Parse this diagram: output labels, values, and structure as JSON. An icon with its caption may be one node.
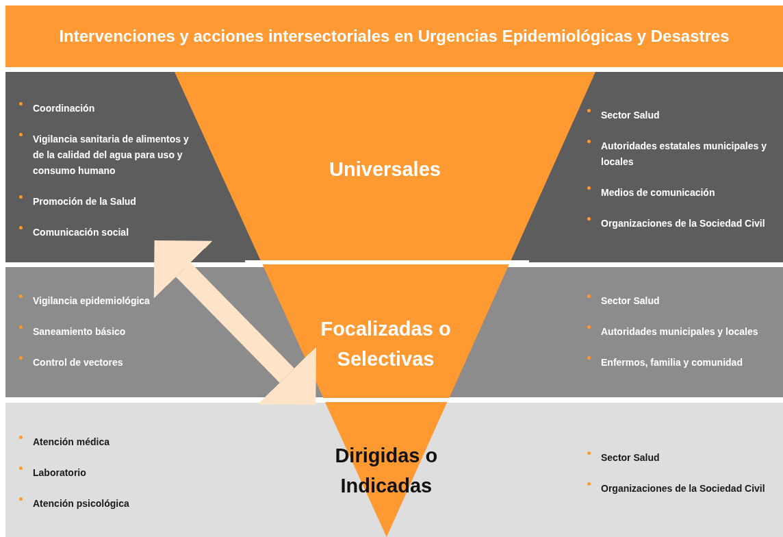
{
  "diagram": {
    "title": "Intervenciones y acciones intersectoriales en Urgencias Epidemiológicas y Desastres",
    "nodes": [
      {
        "text": [],
        "shape": "band"
      },
      {
        "text": [
          "Coordinación",
          "Vigilancia sanitaria de alimentos y de la calidad del agua para uso y consumo humano",
          "Promoción de la Salud",
          "Comunicación social"
        ],
        "in": 0
      },
      {
        "text": [
          "Universales"
        ],
        "in": 0
      },
      {
        "text": [
          "Sector Salud",
          "Autoridades estatales municipales y locales",
          "Medios de comunicación",
          "Organizaciones de la Sociedad Civil"
        ],
        "in": 0
      },
      {
        "text": [],
        "shape": "band"
      },
      {
        "text": [
          "Vigilancia epidemiológica",
          "Saneamiento básico",
          "Control de vectores"
        ],
        "in": 4
      },
      {
        "text": [
          "Focalizadas o Selectivas"
        ],
        "in": 4
      },
      {
        "text": [
          "Sector Salud",
          "Autoridades municipales y locales",
          "Enfermos, familia y comunidad"
        ],
        "in": 4
      },
      {
        "text": [],
        "shape": "band"
      },
      {
        "text": [
          "Atención médica",
          "Laboratorio",
          "Atención psicológica"
        ],
        "in": 8
      },
      {
        "text": [
          "Dirigidas o Indicadas"
        ],
        "in": 8
      },
      {
        "text": [
          "Sector Salud",
          "Organizaciones de la Sociedad Civil"
        ],
        "in": 8
      }
    ],
    "edges": [
      {
        "from": 1,
        "to": 10,
        "arrow": "both",
        "color": "#fde3c8"
      }
    ]
  }
}
